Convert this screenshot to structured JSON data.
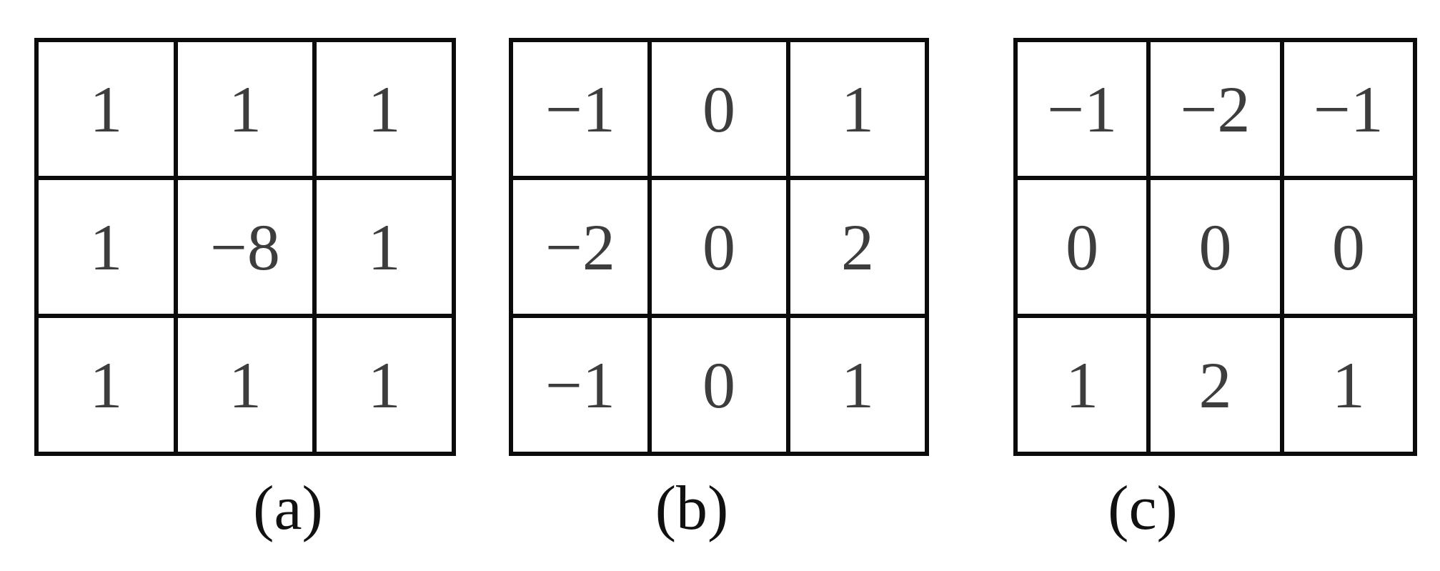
{
  "kernels": [
    {
      "label": "(a)",
      "rows": [
        [
          "1",
          "1",
          "1"
        ],
        [
          "1",
          "−8",
          "1"
        ],
        [
          "1",
          "1",
          "1"
        ]
      ]
    },
    {
      "label": "(b)",
      "rows": [
        [
          "−1",
          "0",
          "1"
        ],
        [
          "−2",
          "0",
          "2"
        ],
        [
          "−1",
          "0",
          "1"
        ]
      ]
    },
    {
      "label": "(c)",
      "rows": [
        [
          "−1",
          "−2",
          "−1"
        ],
        [
          "0",
          "0",
          "0"
        ],
        [
          "1",
          "2",
          "1"
        ]
      ]
    }
  ],
  "colors": {
    "border": "#0b0b0b",
    "digit": "#3d3d3d",
    "label": "#111111",
    "background": "#ffffff"
  }
}
